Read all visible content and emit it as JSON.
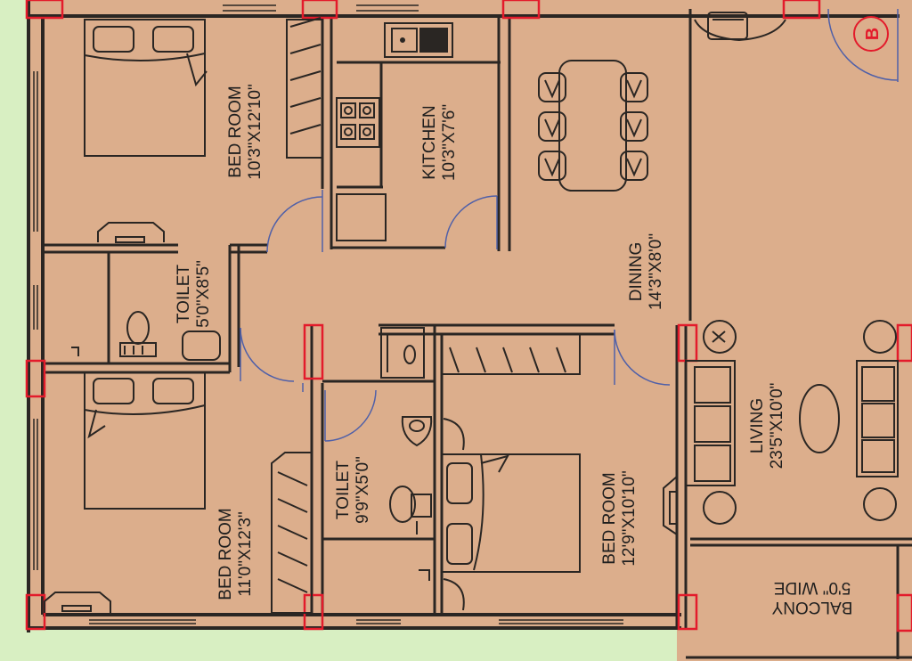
{
  "plan": {
    "block_marker": "B",
    "colors": {
      "floor": "#dcae8c",
      "wall": "#2a2623",
      "door_arc": "#5060a8",
      "column": "#e31b2b",
      "background": "#d8efc2"
    },
    "rooms": {
      "bedroom_1": {
        "name": "BED ROOM",
        "dims": "10'3\"X12'10\""
      },
      "kitchen": {
        "name": "KITCHEN",
        "dims": "10'3\"X7'6\""
      },
      "dining": {
        "name": "DINING",
        "dims": "14'3\"X8'0\""
      },
      "toilet_1": {
        "name": "TOILET",
        "dims": "5'0\"X8'5\""
      },
      "bedroom_2": {
        "name": "BED ROOM",
        "dims": "11'0\"X12'3\""
      },
      "toilet_2": {
        "name": "TOILET",
        "dims": "9'9\"X5'0\""
      },
      "bedroom_3": {
        "name": "BED ROOM",
        "dims": "12'9\"X10'10\""
      },
      "living": {
        "name": "LIVING",
        "dims": "23'5\"X10'0\""
      },
      "balcony": {
        "name": "BALCONY",
        "dims": "5'0\" WIDE"
      }
    }
  }
}
